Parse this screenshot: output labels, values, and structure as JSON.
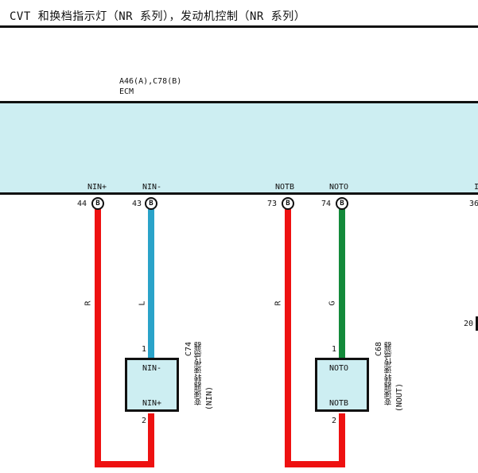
{
  "title": "CVT 和换档指示灯（NR 系列），发动机控制（NR 系列）",
  "ecm": {
    "connector_ref": "A46(A),C78(B)",
    "name": "ECM"
  },
  "ecm_pins": [
    {
      "name": "NIN+",
      "number": "44",
      "terminal": "B"
    },
    {
      "name": "NIN-",
      "number": "43",
      "terminal": "B"
    },
    {
      "name": "NOTB",
      "number": "73",
      "terminal": "B"
    },
    {
      "name": "NOTO",
      "number": "74",
      "terminal": "B"
    }
  ],
  "edge_pin": {
    "name_fragment": "I",
    "number_fragment": "36"
  },
  "wire_colors": {
    "nin_plus": "R",
    "nin_minus": "L",
    "notb": "R",
    "noto": "G"
  },
  "wire_hex": {
    "red": "#ee1111",
    "blue": "#2aa3c9",
    "green": "#138a3a"
  },
  "sensors": [
    {
      "code": "C74",
      "name": "变速器转速传感器",
      "sub": "(NIN)",
      "pin1_label": "NIN-",
      "pin2_label": "NIN+",
      "pin1_num": "1",
      "pin2_num": "2"
    },
    {
      "code": "C68",
      "name": "变速器转速传感器",
      "sub": "(NOUT)",
      "pin1_label": "NOTO",
      "pin2_label": "NOTB",
      "pin1_num": "1",
      "pin2_num": "2"
    }
  ],
  "right_edge_number": "20"
}
